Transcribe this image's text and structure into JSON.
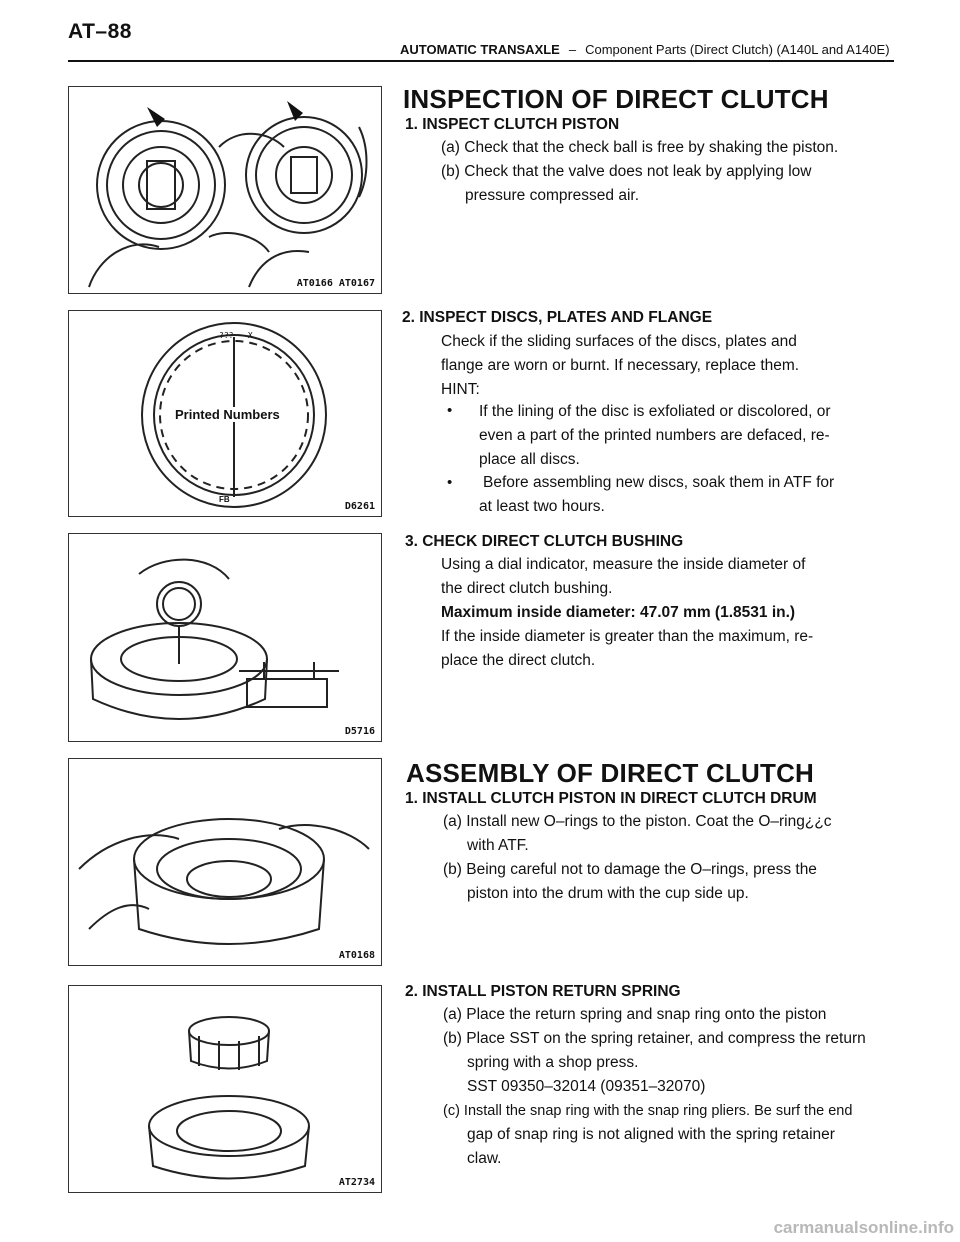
{
  "header": {
    "page_number": "AT–88",
    "section": "AUTOMATIC TRANSAXLE",
    "separator": "–",
    "subtitle": "Component Parts (Direct Clutch) (A140L and A140E)"
  },
  "figures": {
    "fig1_code": "AT0166 AT0167",
    "fig2_code": "D6261",
    "fig2_label": "Printed Numbers",
    "fig2_small_top": "??? – X",
    "fig2_small_bottom": "FB",
    "fig3_code": "D5716",
    "fig4_code": "AT0168",
    "fig5_code": "AT2734"
  },
  "inspection": {
    "heading": "INSPECTION OF DIRECT CLUTCH",
    "step1": {
      "title": "1. INSPECT CLUTCH PISTON",
      "a": "(a) Check that the check ball is free by shaking the piston.",
      "b1": "(b) Check that the valve does not leak by applying low",
      "b2": "pressure compressed air."
    },
    "step2": {
      "title": "2. INSPECT DISCS, PLATES AND FLANGE",
      "l1": "Check if the sliding surfaces of the discs, plates and",
      "l2": "flange are worn or burnt. If necessary, replace them.",
      "hint": "HINT:",
      "bullet": "•",
      "h1a": "If the lining of the disc is exfoliated or discolored, or",
      "h1b": "even a part of the printed numbers are defaced, re-",
      "h1c": "place all discs.",
      "h2a": "Before assembling new discs, soak them in ATF for",
      "h2b": "at least two hours."
    },
    "step3": {
      "title": "3. CHECK DIRECT CLUTCH BUSHING",
      "l1": "Using a dial indicator, measure the inside diameter of",
      "l2": "the direct clutch bushing.",
      "spec": "Maximum inside diameter: 47.07 mm (1.8531 in.)",
      "l3": "If the inside diameter is greater than the maximum, re-",
      "l4": "place the direct clutch."
    }
  },
  "assembly": {
    "heading": "ASSEMBLY OF DIRECT CLUTCH",
    "step1": {
      "title": "1. INSTALL CLUTCH PISTON IN DIRECT CLUTCH DRUM",
      "a1": "(a) Install new O–rings to the piston. Coat the O–ring¿¿c",
      "a2": "with ATF.",
      "b1": "(b) Being careful not to damage the O–rings, press the",
      "b2": "piston into the drum with the cup side up."
    },
    "step2": {
      "title": "2. INSTALL PISTON RETURN SPRING",
      "a": "(a) Place the return spring and snap ring onto the piston",
      "b1": "(b) Place SST on the spring retainer, and compress the return",
      "b2": "spring with a shop press.",
      "b3": "SST  09350–32014  (09351–32070)",
      "c1": "(c) Install the snap ring with the snap ring pliers. Be surf the end",
      "c2": "gap  of  snap  ring  is  not  aligned  with  the  spring  retainer",
      "c3": "claw."
    }
  },
  "footer": {
    "watermark": "carmanualsonline.info"
  }
}
